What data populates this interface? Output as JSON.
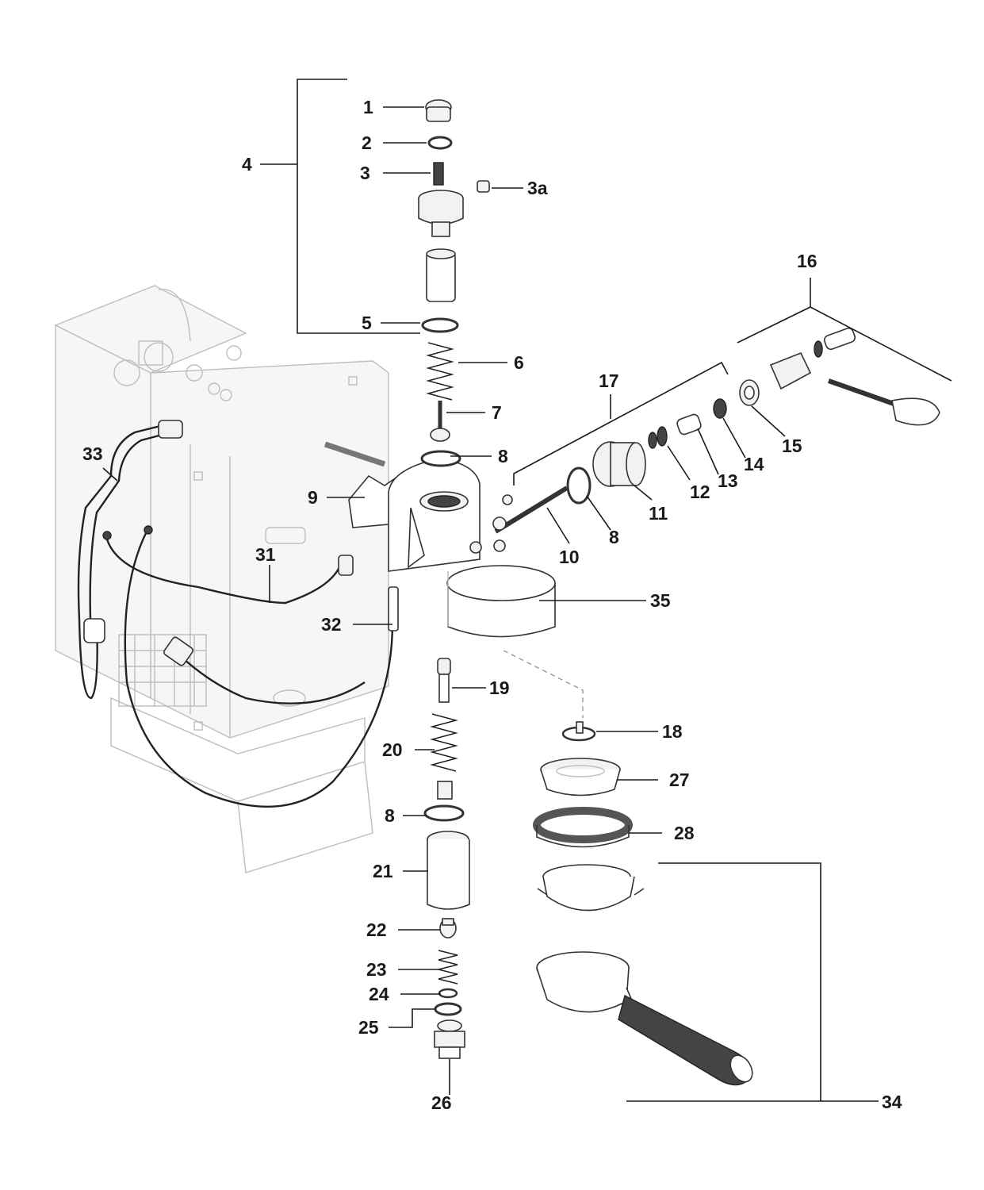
{
  "callouts": {
    "c1": "1",
    "c2": "2",
    "c3": "3",
    "c3a": "3a",
    "c4": "4",
    "c5": "5",
    "c6": "6",
    "c7": "7",
    "c8a": "8",
    "c8b": "8",
    "c8c": "8",
    "c9": "9",
    "c10": "10",
    "c11": "11",
    "c12": "12",
    "c13": "13",
    "c14": "14",
    "c15": "15",
    "c16": "16",
    "c17": "17",
    "c18": "18",
    "c19": "19",
    "c20": "20",
    "c21": "21",
    "c22": "22",
    "c23": "23",
    "c24": "24",
    "c25": "25",
    "c26": "26",
    "c27": "27",
    "c28": "28",
    "c31": "31",
    "c32": "32",
    "c33": "33",
    "c34": "34",
    "c35": "35"
  }
}
